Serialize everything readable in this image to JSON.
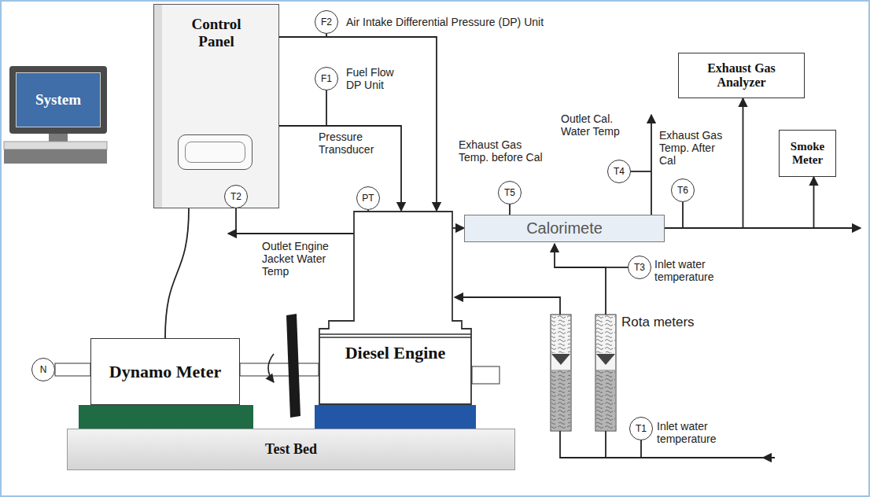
{
  "diagram": {
    "nodes": [
      {
        "text": [
          "System"
        ]
      },
      {
        "text": [
          "Control Panel"
        ]
      },
      {
        "text": [
          "F2"
        ]
      },
      {
        "text": [
          "F1"
        ]
      },
      {
        "text": [
          "PT"
        ]
      },
      {
        "text": [
          "T2"
        ]
      },
      {
        "text": [
          "Diesel Engine"
        ]
      },
      {
        "text": [
          "T5"
        ]
      },
      {
        "text": [
          "Calorimete"
        ]
      },
      {
        "text": [
          "T4"
        ]
      },
      {
        "text": [
          "T6"
        ]
      },
      {
        "text": [
          "Exhaust Gas Analyzer"
        ]
      },
      {
        "text": [
          "Smoke Meter"
        ]
      },
      {
        "text": [
          "T3"
        ]
      },
      {
        "text": [
          "T1"
        ]
      },
      {
        "text": [
          "N"
        ]
      },
      {
        "text": [
          "Dynamo Meter"
        ]
      },
      {
        "text": [
          "Test Bed"
        ]
      }
    ],
    "edges": [
      {
        "from": 1,
        "to": 16,
        "arrow": "none"
      },
      {
        "from": 1,
        "to": 6,
        "arrow": "to"
      },
      {
        "from": 1,
        "to": 6,
        "arrow": "to"
      },
      {
        "from": 6,
        "to": 8,
        "arrow": "to"
      },
      {
        "from": 8,
        "to": 11,
        "arrow": "to"
      },
      {
        "from": 8,
        "to": 12,
        "arrow": "to"
      }
    ],
    "labels": [
      "Air Intake Differential Pressure (DP) Unit",
      "Fuel Flow DP Unit",
      "Pressure Transducer",
      "Outlet Engine Jacket Water Temp",
      "Exhaust Gas Temp. before Cal",
      "Outlet Cal. Water Temp",
      "Exhaust Gas Temp. After Cal",
      "Inlet water temperature",
      "Inlet water temperature",
      "Rota meters"
    ]
  }
}
